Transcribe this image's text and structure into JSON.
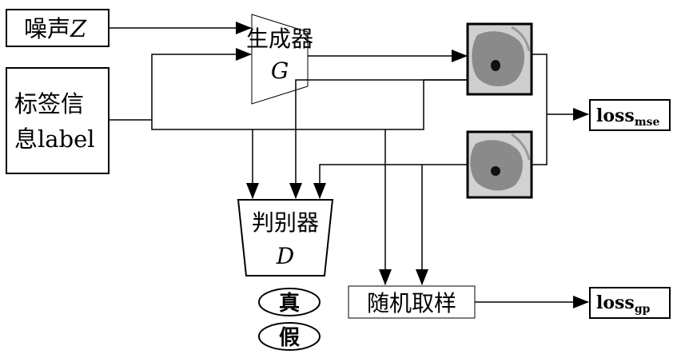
{
  "noise": {
    "label": "噪声",
    "var": "Z"
  },
  "label_box": {
    "line1": "标签信",
    "line2": "息label"
  },
  "generator": {
    "label": "生成器",
    "var": "G"
  },
  "discriminator": {
    "label": "判别器",
    "var": "D"
  },
  "outputs": {
    "real": "真",
    "fake": "假"
  },
  "sampling": {
    "label": "随机取样"
  },
  "loss_mse": {
    "base": "loss",
    "sub": "mse"
  },
  "loss_gp": {
    "base": "loss",
    "sub": "gp"
  },
  "colors": {
    "stroke": "#000000",
    "cell_bg": "#cfcfcf",
    "cell_body": "#8a8a8a",
    "nucleus": "#111111"
  }
}
